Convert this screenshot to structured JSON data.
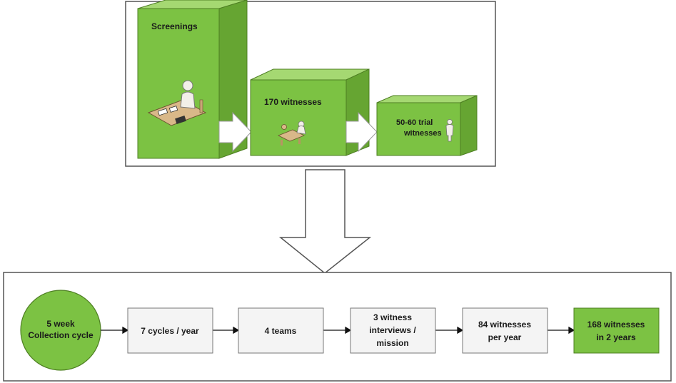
{
  "funnel": {
    "stage1_label": "Screenings",
    "stage2_label": "170 witnesses",
    "stage3_label_line1": "50-60 trial",
    "stage3_label_line2": "witnesses"
  },
  "pipeline": {
    "circle_line1": "5 week",
    "circle_line2": "Collection cycle",
    "steps": [
      {
        "line1": "7 cycles / year",
        "line2": "",
        "line3": ""
      },
      {
        "line1": "4 teams",
        "line2": "",
        "line3": ""
      },
      {
        "line1": "3 witness",
        "line2": "interviews /",
        "line3": "mission"
      },
      {
        "line1": "84 witnesses",
        "line2": "per year",
        "line3": ""
      },
      {
        "line1": "168 witnesses",
        "line2": "in 2 years",
        "line3": ""
      }
    ]
  },
  "colors": {
    "green": "#7cc243",
    "green_dark": "#5f9a2e",
    "green_side": "#68a833",
    "box_fill": "#f4f4f4",
    "border": "#555555"
  }
}
